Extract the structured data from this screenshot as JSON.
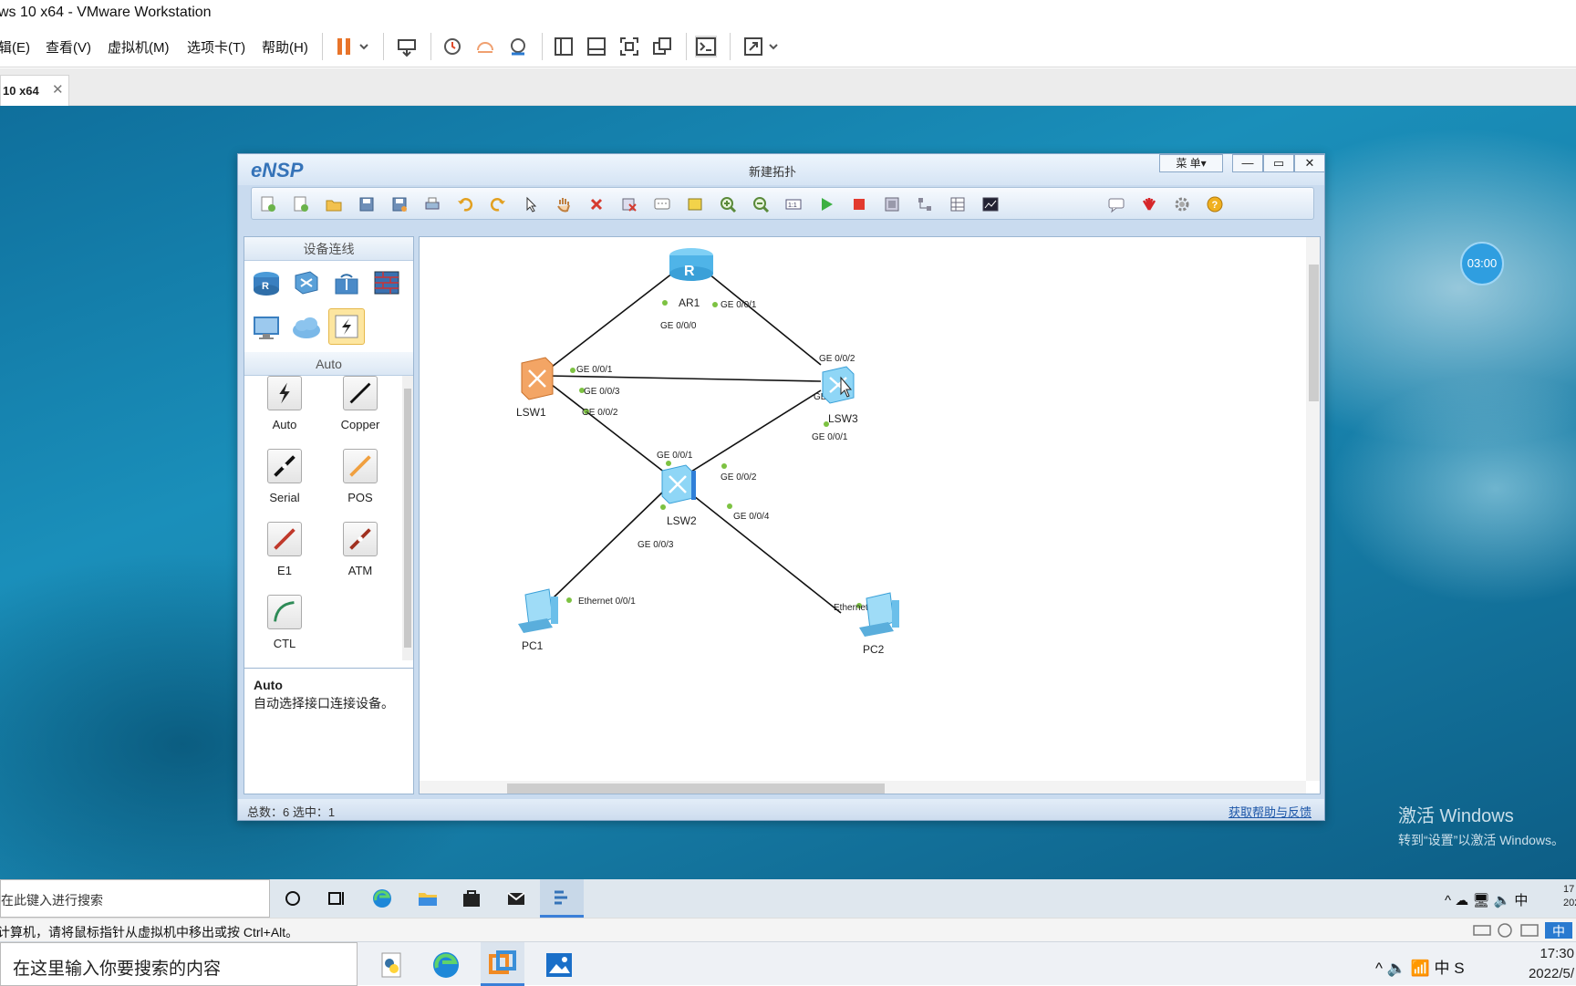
{
  "vmware": {
    "title": "ws 10 x64 - VMware Workstation",
    "menu": [
      "辑(E)",
      "查看(V)",
      "虚拟机(M)",
      "选项卡(T)",
      "帮助(H)"
    ],
    "tab_label": "10 x64",
    "tab_close": "✕",
    "status_text": "计算机，请将鼠标指针从虚拟机中移出或按 Ctrl+Alt。"
  },
  "desktop": {
    "timer": "03:00",
    "activate_title": "激活 Windows",
    "activate_sub": "转到“设置”以激活 Windows。"
  },
  "ensp": {
    "logo": "eNSP",
    "title": "新建拓扑",
    "menu_button": "菜 单▾",
    "min": "—",
    "max": "▭",
    "close": "✕",
    "panel_header": "设备连线",
    "cable_header": "Auto",
    "cables": [
      {
        "label": "Auto",
        "icon": "auto-cable-icon",
        "color": "#222222"
      },
      {
        "label": "Copper",
        "icon": "copper-cable-icon",
        "color": "#111111"
      },
      {
        "label": "Serial",
        "icon": "serial-cable-icon",
        "color": "#111111"
      },
      {
        "label": "POS",
        "icon": "pos-cable-icon",
        "color": "#f0a040"
      },
      {
        "label": "E1",
        "icon": "e1-cable-icon",
        "color": "#c0392b"
      },
      {
        "label": "ATM",
        "icon": "atm-cable-icon",
        "color": "#a0301f"
      },
      {
        "label": "CTL",
        "icon": "ctl-cable-icon",
        "color": "#2e8b57"
      }
    ],
    "description_title": "Auto",
    "description_text": "自动选择接口连接设备。",
    "status_left": "总数：6  选中：1",
    "status_right": "获取帮助与反馈"
  },
  "topology": {
    "devices": [
      {
        "name": "AR1",
        "type": "router"
      },
      {
        "name": "LSW1",
        "type": "switch-selected"
      },
      {
        "name": "LSW2",
        "type": "switch"
      },
      {
        "name": "LSW3",
        "type": "switch"
      },
      {
        "name": "PC1",
        "type": "pc"
      },
      {
        "name": "PC2",
        "type": "pc"
      }
    ],
    "ports": {
      "ar1_lsw1": "GE 0/0/0",
      "ar1_lsw3": "GE 0/0/1",
      "lsw1_ar1": "GE 0/0/1",
      "lsw1_lsw3": "GE 0/0/3",
      "lsw1_lsw2": "GE 0/0/2",
      "lsw3_ar1": "GE 0/0/2",
      "lsw3_lsw1": "GE 0/0/3",
      "lsw3_lsw2": "GE 0/0/1",
      "lsw2_lsw1": "GE 0/0/1",
      "lsw2_lsw3": "GE 0/0/2",
      "lsw2_pc1": "GE 0/0/3",
      "lsw2_pc2": "GE 0/0/4",
      "pc1_port": "Ethernet 0/0/1",
      "pc2_port": "Ethernet 0/0/1"
    }
  },
  "guest_taskbar": {
    "search": "在此键入进行搜索",
    "tray": "^ ☁ 🖥 🔈 中",
    "clock_time": "17",
    "clock_date": "202"
  },
  "host_taskbar": {
    "search": "在这里输入你要搜索的内容",
    "tray": "^  🔈  📶  中  S",
    "clock_time": "17:30",
    "clock_date": "2022/5/"
  },
  "colors": {
    "ensp_blue": "#3573b8",
    "link_green": "#7dc242",
    "desktop": "#1780aa"
  }
}
